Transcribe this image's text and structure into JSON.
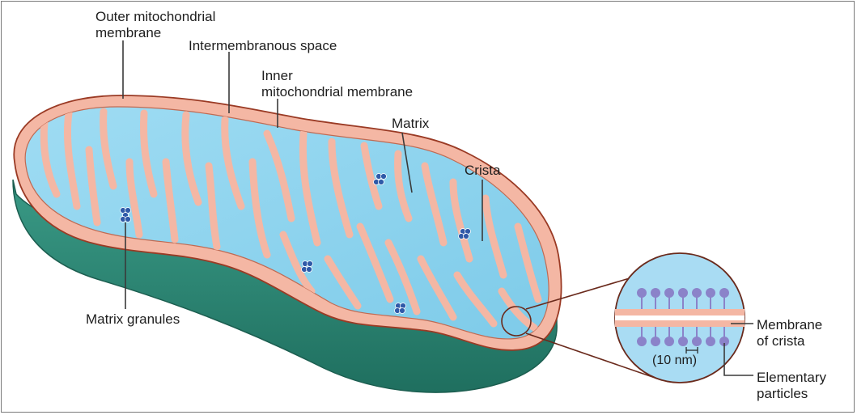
{
  "labels": {
    "outer_membrane": [
      "Outer mitochondrial",
      "membrane"
    ],
    "intermembranous_space": [
      "Intermembranous space"
    ],
    "inner_membrane": [
      "Inner",
      "mitochondrial membrane"
    ],
    "matrix": [
      "Matrix"
    ],
    "crista": [
      "Crista"
    ],
    "matrix_granules": [
      "Matrix granules"
    ],
    "membrane_of_crista": [
      "Membrane",
      "of crista"
    ],
    "elementary_particles": [
      "Elementary",
      "particles"
    ]
  },
  "scale_label": "(10 nm)",
  "colors": {
    "membrane": "#f4b7a4",
    "membrane_outline": "#9a3a24",
    "matrix": "#8fd3ef",
    "side_wall": "#2f8a78",
    "granule": "#2f5aa8",
    "particle": "#8b83c9",
    "leader_line": "#3a3a3a",
    "frame": "#7a7a7a"
  }
}
